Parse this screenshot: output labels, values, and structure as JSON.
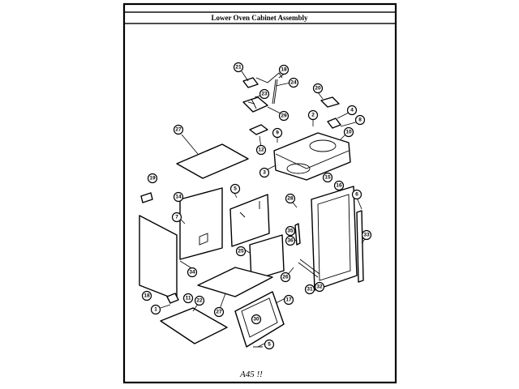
{
  "diagram": {
    "title": "Lower Oven Cabinet Assembly",
    "footer_note": "A45 !!",
    "callouts": [
      "21",
      "18",
      "24",
      "23",
      "20",
      "4",
      "29",
      "2",
      "10",
      "8",
      "27",
      "9",
      "12",
      "3",
      "15",
      "16",
      "6",
      "19",
      "14",
      "5",
      "28",
      "7",
      "35",
      "36",
      "33",
      "26",
      "25",
      "34",
      "32",
      "31",
      "18",
      "11",
      "17",
      "22",
      "30",
      "1",
      "27",
      "5"
    ]
  }
}
